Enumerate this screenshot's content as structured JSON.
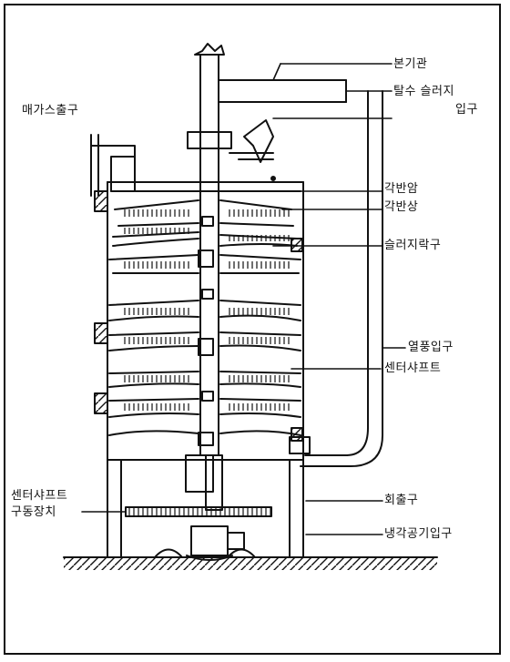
{
  "labels": {
    "bungigwan": "본기관",
    "tal_su": "탈수 슬러지",
    "ipgu_top": "입구",
    "megas": "매가스출구",
    "gakbanam": "각반암",
    "gakbansang": "각반상",
    "sludge_drop": "슬러지락구",
    "hot_air": "열풍입구",
    "center_shaft": "센터샤프트",
    "drive_line1": "센터샤프트",
    "drive_line2": "구동장치",
    "ash_out": "회출구",
    "cool_air": "냉각공기입구"
  }
}
